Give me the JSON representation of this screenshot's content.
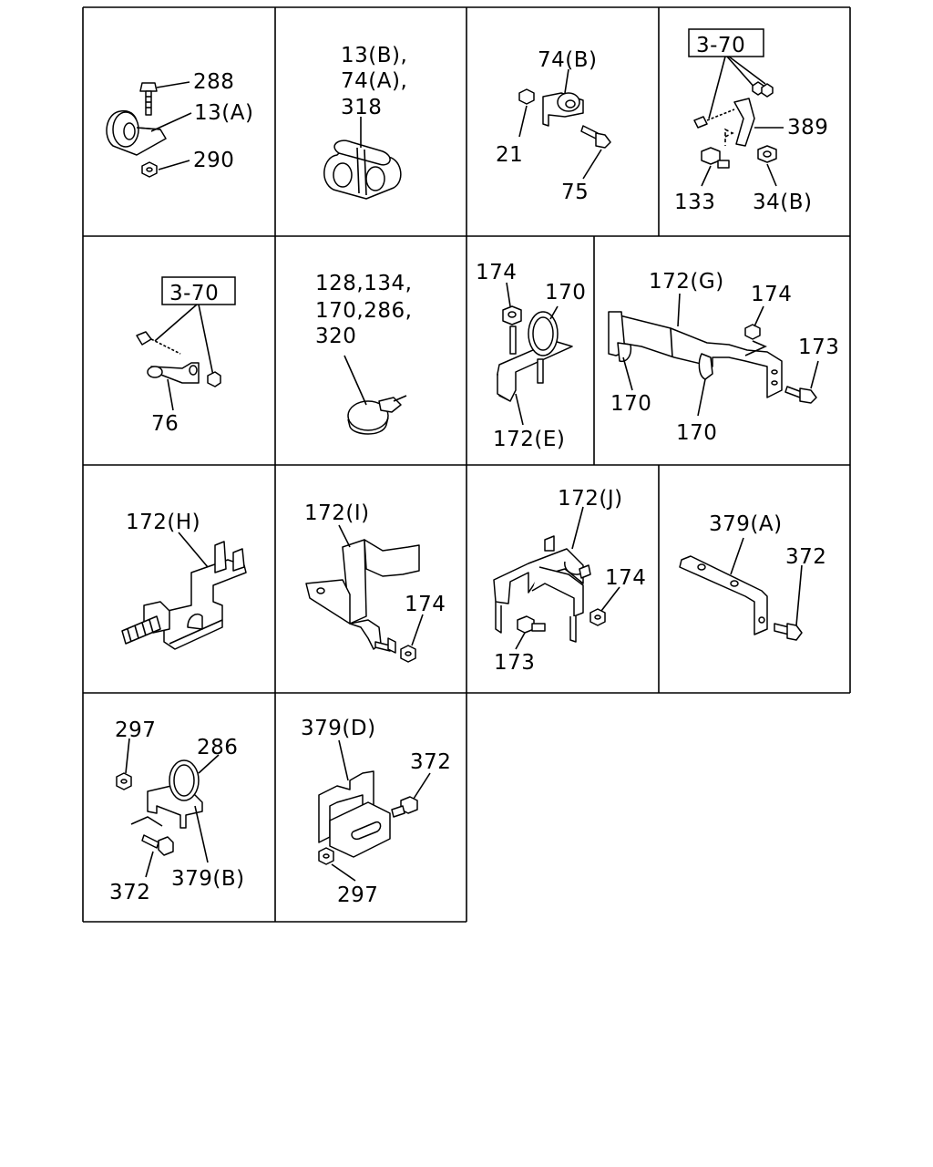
{
  "panels": [
    {
      "labels": [
        "288",
        "13(A)",
        "290"
      ]
    },
    {
      "labels": [
        "13(B),",
        "74(A),",
        "318"
      ]
    },
    {
      "labels": [
        "74(B)",
        "21",
        "75"
      ]
    },
    {
      "labels": [
        "3-70",
        "389",
        "133",
        "34(B)"
      ]
    },
    {
      "labels": [
        "3-70",
        "76"
      ]
    },
    {
      "labels": [
        "128,134,",
        "170,286,",
        "320"
      ]
    },
    {
      "labels": [
        "174",
        "170",
        "172(E)"
      ]
    },
    {
      "labels": [
        "172(G)",
        "174",
        "173",
        "170",
        "170"
      ]
    },
    {
      "labels": [
        "172(H)"
      ]
    },
    {
      "labels": [
        "172(I)",
        "174"
      ]
    },
    {
      "labels": [
        "172(J)",
        "174",
        "173"
      ]
    },
    {
      "labels": [
        "379(A)",
        "372"
      ]
    },
    {
      "labels": [
        "297",
        "286",
        "372",
        "379(B)"
      ]
    },
    {
      "labels": [
        "379(D)",
        "372",
        "297"
      ]
    }
  ]
}
